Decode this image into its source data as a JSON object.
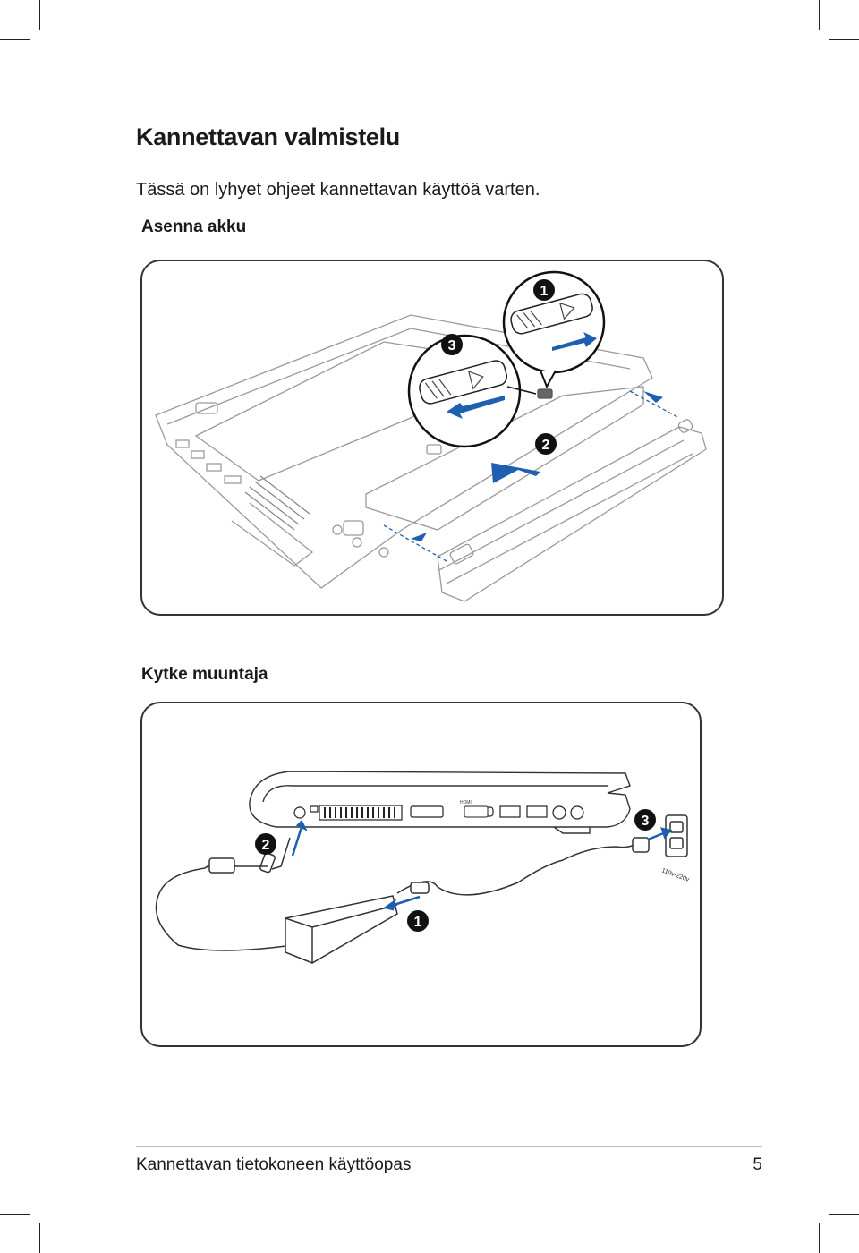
{
  "page": {
    "title": "Kannettavan valmistelu",
    "intro": "Tässä on lyhyet ohjeet kannettavan käyttöä varten.",
    "section_battery": "Asenna akku",
    "section_adapter": "Kytke muuntaja"
  },
  "figure_battery": {
    "callouts": [
      "1",
      "2",
      "3"
    ]
  },
  "figure_adapter": {
    "callouts": [
      "1",
      "2",
      "3"
    ],
    "outlet_label": "110v-220v",
    "port_label": "HDMI"
  },
  "footer": {
    "text": "Kannettavan tietokoneen käyttöopas",
    "page_number": "5"
  },
  "colors": {
    "callout_fill": "#111111",
    "arrow_blue": "#1f5fb0",
    "line_art": "#9a9a9a"
  }
}
